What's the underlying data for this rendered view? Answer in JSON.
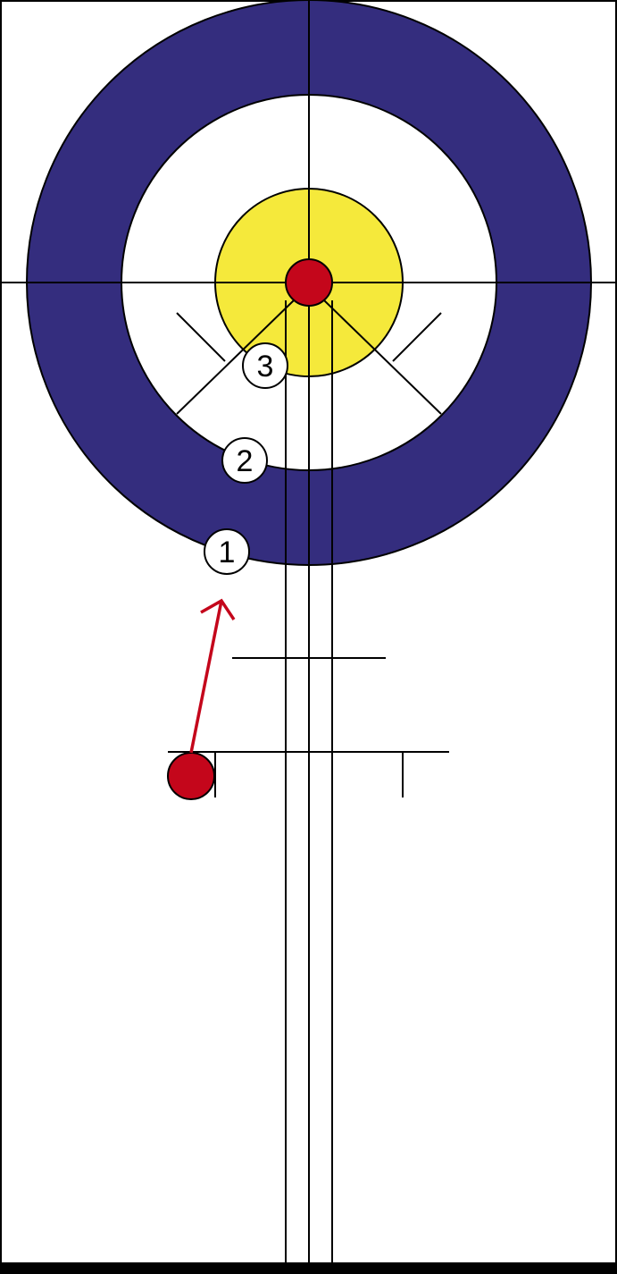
{
  "colors": {
    "twelve_foot_ring": "#342d7e",
    "eight_foot_ring": "#ffffff",
    "four_foot_ring": "#f5e93b",
    "stone": "#c4061b",
    "arrow": "#c4061b",
    "line": "#000000",
    "ice": "#ffffff"
  },
  "markers": [
    {
      "label": "1"
    },
    {
      "label": "2"
    },
    {
      "label": "3"
    }
  ]
}
